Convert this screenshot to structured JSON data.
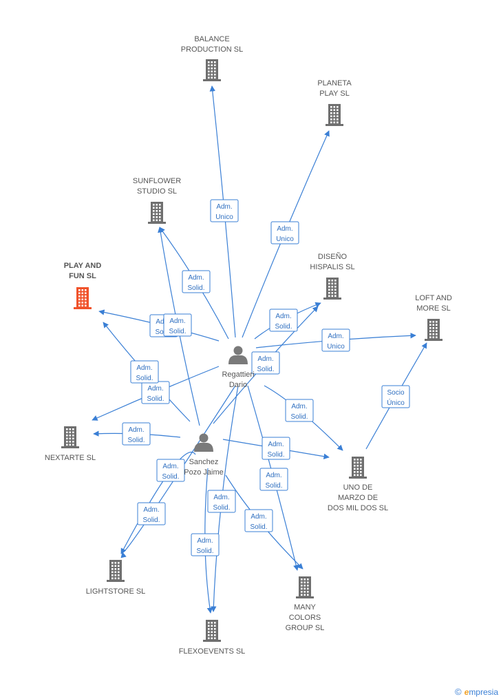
{
  "companies": [
    {
      "id": "balance",
      "lines": [
        "BALANCE",
        "PRODUCTION  SL"
      ],
      "focus": false
    },
    {
      "id": "planeta",
      "lines": [
        "PLANETA",
        "PLAY SL"
      ],
      "focus": false
    },
    {
      "id": "sunflower",
      "lines": [
        "SUNFLOWER",
        "STUDIO SL"
      ],
      "focus": false
    },
    {
      "id": "playandfun",
      "lines": [
        "PLAY AND",
        "FUN SL"
      ],
      "focus": true
    },
    {
      "id": "diseno",
      "lines": [
        "DISEÑO",
        "HISPALIS SL"
      ],
      "focus": false
    },
    {
      "id": "loft",
      "lines": [
        "LOFT AND",
        "MORE  SL"
      ],
      "focus": false
    },
    {
      "id": "nextarte",
      "lines": [
        "NEXTARTE SL"
      ],
      "focus": false
    },
    {
      "id": "unode",
      "lines": [
        "UNO DE",
        "MARZO DE",
        "DOS MIL DOS  SL"
      ],
      "focus": false
    },
    {
      "id": "lightstore",
      "lines": [
        "LIGHTSTORE SL"
      ],
      "focus": false
    },
    {
      "id": "manycolors",
      "lines": [
        "MANY",
        "COLORS",
        "GROUP  SL"
      ],
      "focus": false
    },
    {
      "id": "flexo",
      "lines": [
        "FLEXOEVENTS SL"
      ],
      "focus": false
    }
  ],
  "persons": [
    {
      "id": "regattieri",
      "lines": [
        "Regattieri",
        "Dario"
      ]
    },
    {
      "id": "sanchez",
      "lines": [
        "Sanchez",
        "Pozo Jaime"
      ]
    }
  ],
  "edges": [
    {
      "from": "regattieri",
      "to": "balance",
      "label": [
        "Adm.",
        "Unico"
      ]
    },
    {
      "from": "regattieri",
      "to": "planeta",
      "label": [
        "Adm.",
        "Unico"
      ]
    },
    {
      "from": "regattieri",
      "to": "sunflower",
      "label": [
        "Adm.",
        "Solid."
      ]
    },
    {
      "from": "regattieri",
      "to": "playandfun",
      "label": [
        "Adm.",
        "Solid."
      ]
    },
    {
      "from": "regattieri",
      "to": "diseno",
      "label": [
        "Adm.",
        "Solid."
      ]
    },
    {
      "from": "regattieri",
      "to": "loft",
      "label": [
        "Adm.",
        "Unico"
      ]
    },
    {
      "from": "regattieri",
      "to": "nextarte",
      "label": [
        "Adm.",
        "Solid."
      ]
    },
    {
      "from": "regattieri",
      "to": "unode",
      "label": [
        "Adm.",
        "Solid."
      ]
    },
    {
      "from": "regattieri",
      "to": "lightstore",
      "label": [
        "Adm.",
        "Solid."
      ]
    },
    {
      "from": "regattieri",
      "to": "manycolors",
      "label": [
        "Adm.",
        "Solid."
      ]
    },
    {
      "from": "regattieri",
      "to": "flexo",
      "label": [
        "Adm.",
        "Solid."
      ]
    },
    {
      "from": "sanchez",
      "to": "sunflower",
      "label": [
        "Adm.",
        "Solid."
      ]
    },
    {
      "from": "sanchez",
      "to": "playandfun",
      "label": [
        "Adm.",
        "Solid."
      ]
    },
    {
      "from": "sanchez",
      "to": "nextarte",
      "label": [
        "Adm.",
        "Solid."
      ]
    },
    {
      "from": "sanchez",
      "to": "diseno",
      "label": [
        "Adm.",
        "Solid."
      ]
    },
    {
      "from": "sanchez",
      "to": "unode",
      "label": [
        "Adm.",
        "Solid."
      ]
    },
    {
      "from": "sanchez",
      "to": "lightstore",
      "label": [
        "Adm.",
        "Solid."
      ]
    },
    {
      "from": "sanchez",
      "to": "manycolors",
      "label": [
        "Adm.",
        "Solid."
      ]
    },
    {
      "from": "sanchez",
      "to": "flexo",
      "label": [
        "Adm.",
        "Solid."
      ]
    },
    {
      "from": "unode",
      "to": "loft",
      "label": [
        "Socio",
        "Único"
      ]
    }
  ],
  "colors": {
    "edge": "#3a7fd5",
    "building": "#6f6f6f",
    "focus": "#f0522a",
    "person": "#7a7a7a"
  },
  "brand": {
    "copyright": "©",
    "initial": "e",
    "rest": "mpresia"
  }
}
